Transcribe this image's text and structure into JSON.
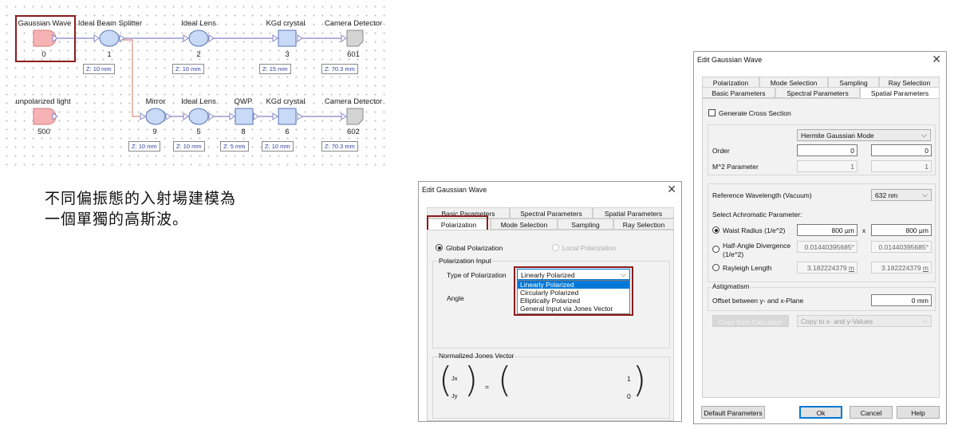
{
  "diagram": {
    "components": [
      {
        "label": "Gaussian Wave",
        "id": "0"
      },
      {
        "label": "Ideal Beam Splitter",
        "id": "1"
      },
      {
        "label": "Ideal Lens",
        "id": "2"
      },
      {
        "label": "KGd crystal",
        "id": "3"
      },
      {
        "label": "Camera Detector",
        "id": "601"
      },
      {
        "label": "unpolarized light",
        "id": "500"
      },
      {
        "label": "Mirror",
        "id": "9"
      },
      {
        "label": "Ideal Lens",
        "id": "5"
      },
      {
        "label": "QWP",
        "id": "8"
      },
      {
        "label": "KGd crystal",
        "id": "6"
      },
      {
        "label": "Camera Detector",
        "id": "602"
      }
    ],
    "z_labels_top": [
      "Z: 10 mm",
      "Z: 10 mm",
      "Z: 15 mm",
      "Z: 70.3 mm"
    ],
    "z_labels_bottom": [
      "Z: 10 mm",
      "Z: 10 mm",
      "Z: 5 mm",
      "Z: 10 mm",
      "Z: 70.3 mm"
    ],
    "colors": {
      "source": "#f7b3b3",
      "lens": "#c9daf6",
      "crystal": "#c9daf6",
      "detector": "#d4d4d4",
      "highlight": "#8b1c1c",
      "beam": "#8585c9",
      "beam_split": "#d98f80"
    }
  },
  "caption": {
    "line1": "不同偏振態的入射場建模為",
    "line2": "一個單獨的高斯波。"
  },
  "dialog_left": {
    "title": "Edit Gaussian Wave",
    "close": "✕",
    "tabs_row1": [
      "Basic Parameters",
      "Spectral Parameters",
      "Spatial Parameters"
    ],
    "tabs_row2": [
      "Polarization",
      "Mode Selection",
      "Sampling",
      "Ray Selection"
    ],
    "global_polarization": "Global Polarization",
    "local_polarization": "Local Polarization",
    "polarization_input": "Polarization Input",
    "type_of_polarization": "Type of Polarization",
    "selected_type": "Linearly Polarized",
    "options": [
      "Linearly Polarized",
      "Circularly Polarized",
      "Elliptically Polarized",
      "General Input via Jones Vector"
    ],
    "angle_label": "Angle",
    "jones_title": "Normalized Jones Vector",
    "jx": "Jx",
    "jy": "Jy",
    "equals": "=",
    "jx_value": "1",
    "jy_value": "0"
  },
  "dialog_right": {
    "title": "Edit Gaussian Wave",
    "close": "✕",
    "tabs_row1": [
      "Polarization",
      "Mode Selection",
      "Sampling",
      "Ray Selection"
    ],
    "tabs_row2": [
      "Basic Parameters",
      "Spectral Parameters",
      "Spatial Parameters"
    ],
    "generate_cross_section": "Generate Cross Section",
    "mode_select": "Hermite Gaussian Mode",
    "order_label": "Order",
    "order_x": "0",
    "order_y": "0",
    "m2_label": "M^2 Parameter",
    "m2_x": "1",
    "m2_y": "1",
    "ref_wavelength_label": "Reference Wavelength (Vacuum)",
    "ref_wavelength": "632 nm",
    "achromatic_label": "Select Achromatic Parameter:",
    "waist_label": "Waist Radius (1/e^2)",
    "waist_x": "800 µm",
    "waist_y": "800 µm",
    "times": "x",
    "divergence_label_1": "Half-Angle Divergence",
    "divergence_label_2": "(1/e^2)",
    "divergence_x": "0.01440395685°",
    "divergence_y": "0.01440395685°",
    "rayleigh_label": "Rayleigh Length",
    "rayleigh_x_num": "3.182224379 ",
    "rayleigh_x_unit": "m",
    "rayleigh_y_num": "3.182224379 ",
    "rayleigh_y_unit": "m",
    "astigmatism_title": "Astigmatism",
    "offset_label": "Offset between y- and x-Plane",
    "offset_value": "0 mm",
    "copy_from_calculator": "Copy from Calculator",
    "copy_to_select": "Copy to x- and y-Values",
    "default_parameters": "Default Parameters",
    "ok": "Ok",
    "cancel": "Cancel",
    "help": "Help"
  }
}
